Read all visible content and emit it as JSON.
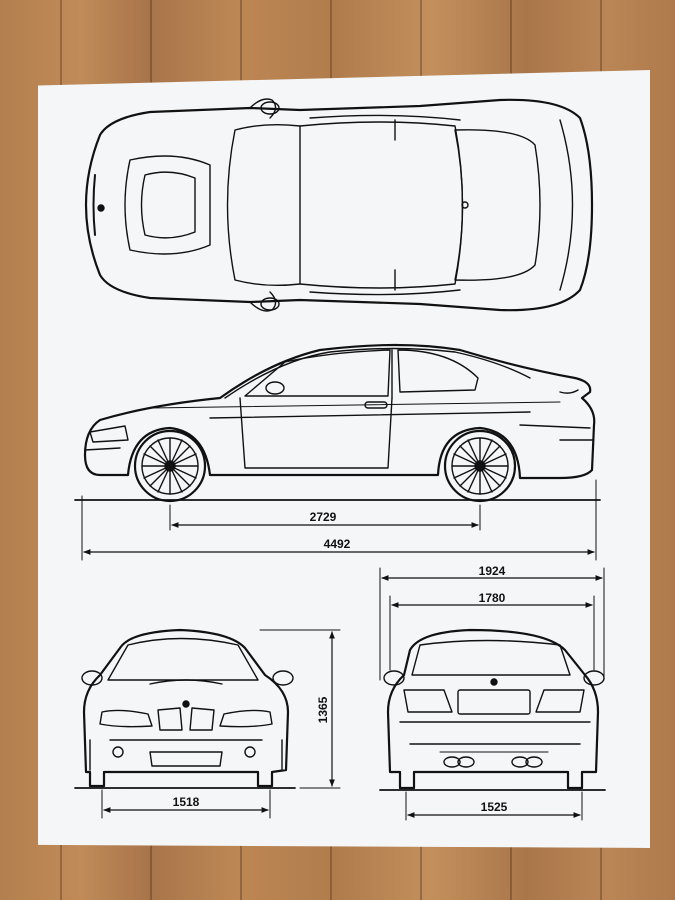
{
  "dimensions": {
    "wheelbase": "2729",
    "length": "4492",
    "width_mirrors": "1924",
    "width_body": "1780",
    "height": "1365",
    "track_front": "1518",
    "track_rear": "1525"
  },
  "colors": {
    "paper": "#f5f6f8",
    "line": "#111111",
    "floor": "#b37f4e"
  },
  "views": [
    "top-view",
    "side-view",
    "front-view",
    "rear-view"
  ]
}
